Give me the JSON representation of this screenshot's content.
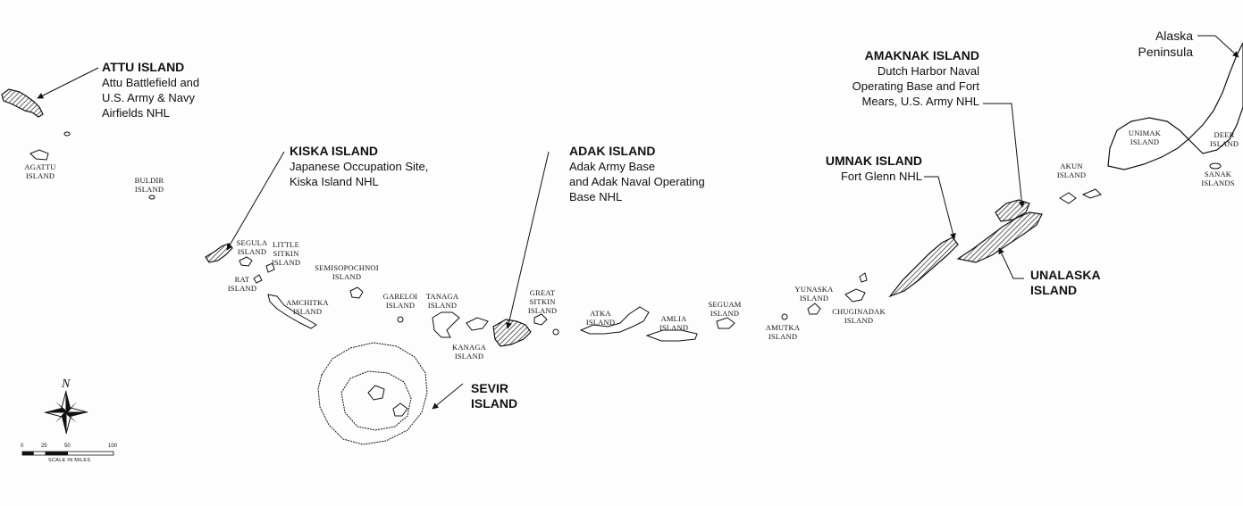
{
  "callouts": {
    "attu": {
      "title": "ATTU ISLAND",
      "desc": "Attu Battlefield and\nU.S. Army & Navy\nAirfields NHL"
    },
    "kiska": {
      "title": "KISKA ISLAND",
      "desc": "Japanese Occupation Site,\nKiska Island NHL"
    },
    "adak": {
      "title": "ADAK ISLAND",
      "desc": "Adak Army Base\nand Adak Naval Operating\nBase NHL"
    },
    "amaknak": {
      "title": "AMAKNAK ISLAND",
      "desc": "Dutch Harbor Naval\nOperating Base and Fort\nMears, U.S. Army NHL"
    },
    "umnak": {
      "title": "UMNAK ISLAND",
      "desc": "Fort Glenn NHL"
    },
    "unalaska": {
      "title": "UNALASKA\nISLAND"
    },
    "sevir": {
      "title": "SEVIR\nISLAND"
    }
  },
  "peninsula_label": "Alaska\nPeninsula",
  "island_labels": {
    "agattu": "AGATTU\nISLAND",
    "buldir": "BULDIR\nISLAND",
    "segula": "SEGULA\nISLAND",
    "little_sitkin": "LITTLE\nSITKIN\nISLAND",
    "rat": "RAT\nISLAND",
    "semisopochnoi": "SEMISOPOCHNOI\nISLAND",
    "amchitka": "AMCHITKA\nISLAND",
    "gareloi": "GARELOI\nISLAND",
    "tanaga": "TANAGA\nISLAND",
    "kanaga": "KANAGA\nISLAND",
    "great_sitkin": "GREAT\nSITKIN\nISLAND",
    "atka": "ATKA\nISLAND",
    "amlia": "AMLIA\nISLAND",
    "seguam": "SEGUAM\nISLAND",
    "yunaska": "YUNASKA\nISLAND",
    "amutka": "AMUTKA\nISLAND",
    "chuginadak": "CHUGINADAK\nISLAND",
    "akun": "AKUN\nISLAND",
    "unimak": "UNIMAK\nISLAND",
    "deer": "DEER\nISLAND",
    "sanak": "SANAK\nISLANDS"
  },
  "compass": {
    "north_label": "N",
    "icon": "compass-rose-icon"
  },
  "scale": {
    "ticks": [
      "0",
      "25",
      "50",
      "100"
    ],
    "caption": "SCALE IN MILES"
  },
  "colors": {
    "ink": "#111111",
    "background": "#fdfdfd"
  }
}
